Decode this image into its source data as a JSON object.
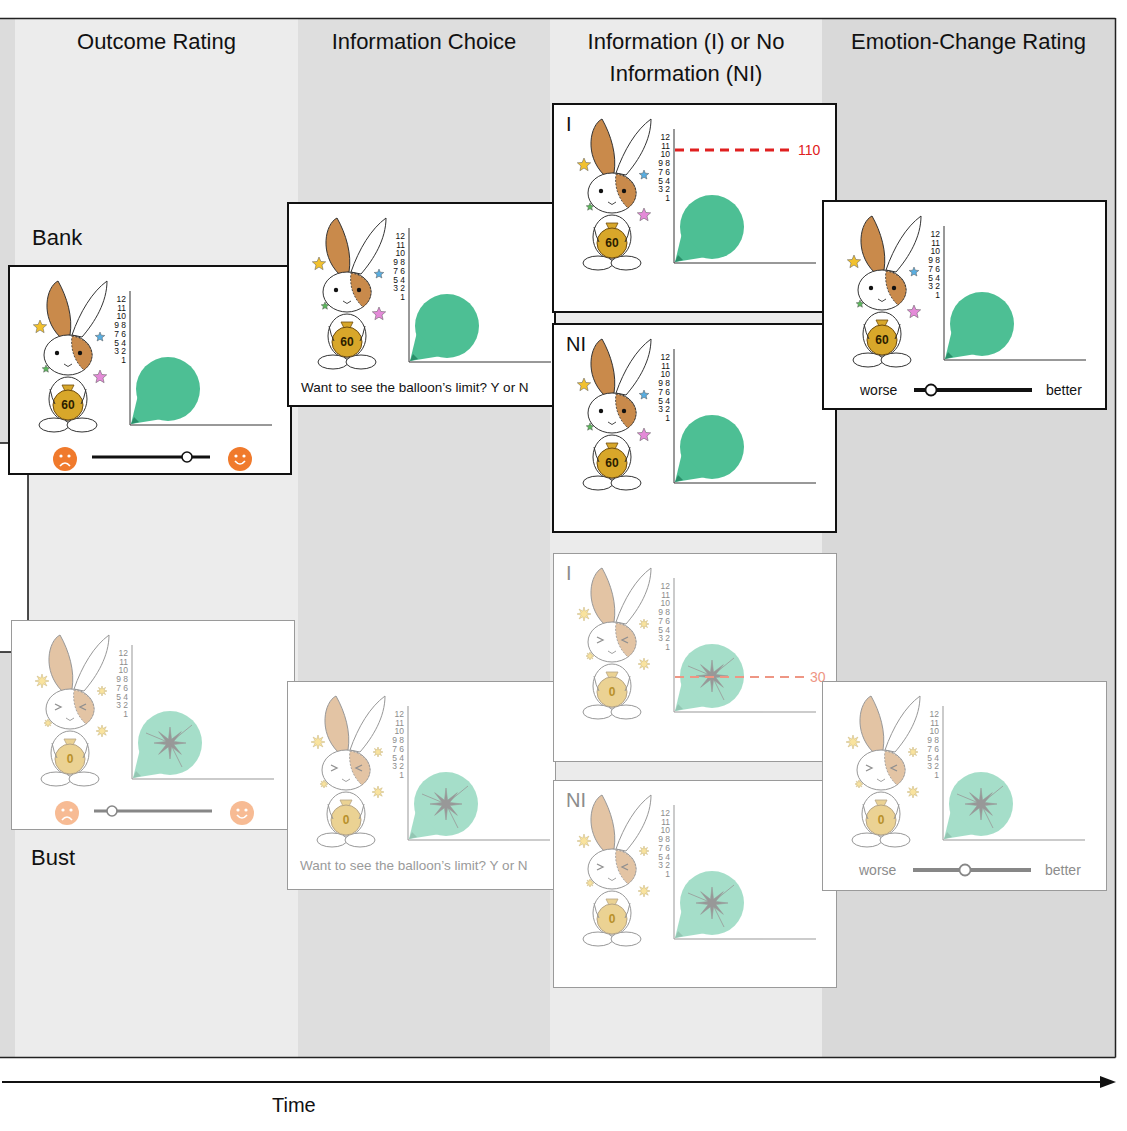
{
  "diagram": {
    "nodes": [
      {
        "text": [
          "Outcome Rating"
        ]
      },
      {
        "text": [
          "Information Choice"
        ]
      },
      {
        "text": [
          "Information (I) or No Information (NI)"
        ]
      },
      {
        "text": [
          "Emotion-Change Rating"
        ]
      },
      {
        "text": [
          "Bank",
          "12 11 10 9 8 7 6 5 4 3 2 1",
          "60"
        ]
      },
      {
        "text": [
          "12 11 10 9 8 7 6 5 4 3 2 1",
          "60",
          "Want to see the balloon’s limit? Y or N"
        ]
      },
      {
        "text": [
          "I",
          "12 11 10 9 8 7 6 5 4 3 2 1",
          "110",
          "60"
        ]
      },
      {
        "text": [
          "NI",
          "12 11 10 9 8 7 6 5 4 3 2 1",
          "60"
        ]
      },
      {
        "text": [
          "12 11 10 9 8 7 6 5 4 3 2 1",
          "60",
          "worse",
          "better"
        ]
      },
      {
        "text": [
          "12 11 10 9 8 7 6 5 4 3 2 1",
          "0",
          "Bust"
        ]
      },
      {
        "text": [
          "12 11 10 9 8 7 6 5 4 3 2 1",
          "0",
          "Want to see the balloon’s limit? Y or N"
        ]
      },
      {
        "text": [
          "I",
          "12 11 10 9 8 7 6 5 4 3 2 1",
          "30",
          "0"
        ]
      },
      {
        "text": [
          "NI",
          "12 11 10 9 8 7 6 5 4 3 2 1",
          "0"
        ]
      },
      {
        "text": [
          "12 11 10 9 8 7 6 5 4 3 2 1",
          "0",
          "worse",
          "better"
        ]
      }
    ],
    "labels": [
      "Time"
    ]
  }
}
